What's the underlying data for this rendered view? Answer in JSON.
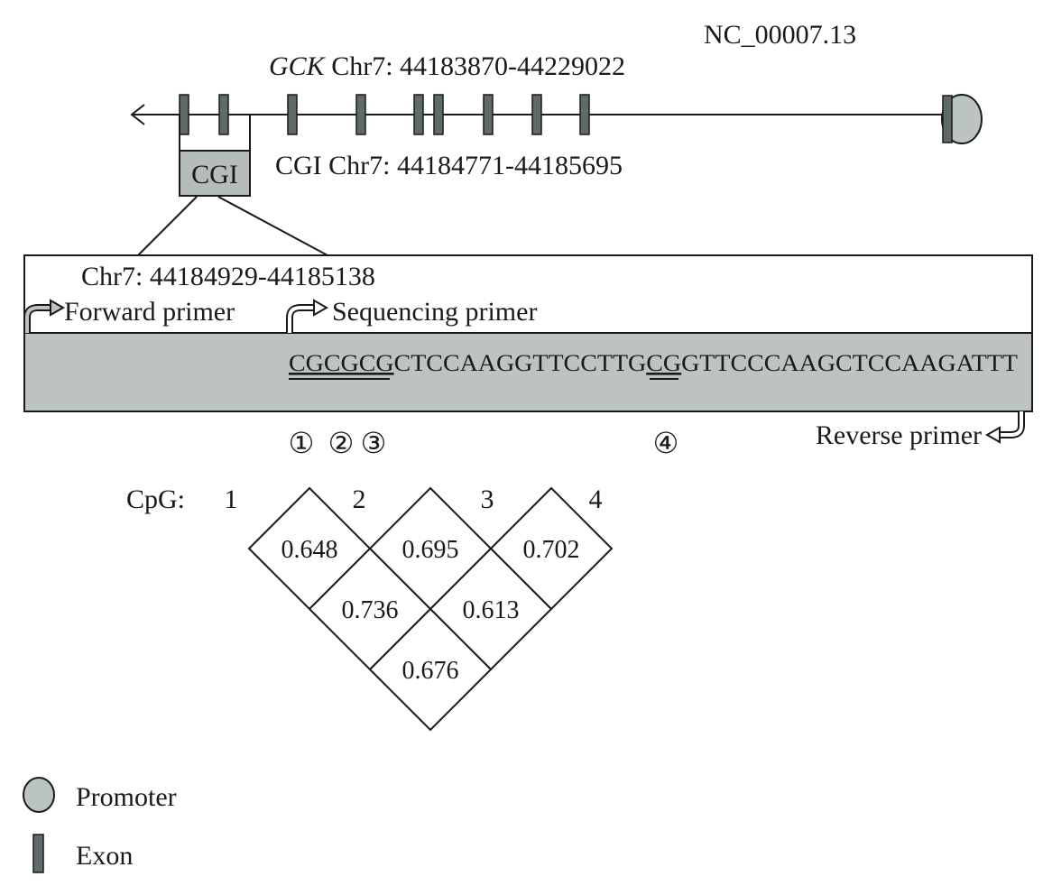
{
  "accession": "NC_00007.13",
  "gene": {
    "symbol": "GCK",
    "location": " Chr7: 44183870-44229022"
  },
  "cgi": {
    "box_label": "CGI",
    "location": "CGI Chr7: 44184771-44185695"
  },
  "amplicon": {
    "location": "Chr7: 44184929-44185138",
    "forward_primer": "Forward primer",
    "sequencing_primer": "Sequencing primer",
    "reverse_primer": "Reverse primer",
    "sequence_parts": [
      "CGCGCG",
      "CTCCAAGGTTCCTTG",
      "CG",
      "GTTCCCAAGCTCCAAGATTT"
    ]
  },
  "cpg_markers": [
    "①",
    "②",
    "③",
    "④"
  ],
  "ld_matrix": {
    "prefix": "CpG:",
    "sites": [
      "1",
      "2",
      "3",
      "4"
    ],
    "cells": [
      {
        "pair": [
          "1",
          "2"
        ],
        "value": "0.648"
      },
      {
        "pair": [
          "2",
          "3"
        ],
        "value": "0.695"
      },
      {
        "pair": [
          "3",
          "4"
        ],
        "value": "0.702"
      },
      {
        "pair": [
          "1",
          "3"
        ],
        "value": "0.736"
      },
      {
        "pair": [
          "2",
          "4"
        ],
        "value": "0.613"
      },
      {
        "pair": [
          "1",
          "4"
        ],
        "value": "0.676"
      }
    ]
  },
  "legend": [
    {
      "icon": "promoter-oval-icon",
      "label": "Promoter"
    },
    {
      "icon": "exon-bar-icon",
      "label": "Exon"
    }
  ],
  "colors": {
    "feature_fill": "#b5bcbb",
    "exon_fill": "#5f6b6b",
    "promoter_fill": "#bcc4c2",
    "stroke": "#1a1a1a",
    "sequence_band": "#bcc3c1"
  }
}
